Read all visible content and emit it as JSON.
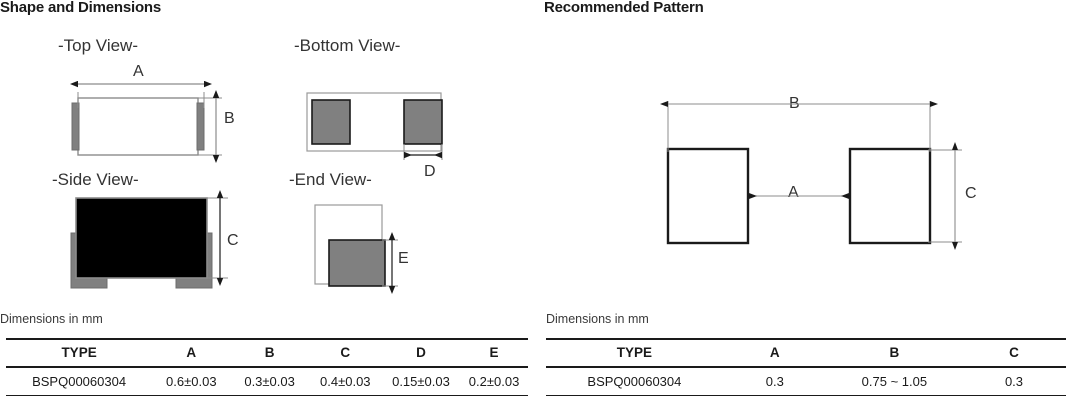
{
  "left": {
    "title": "Shape and Dimensions",
    "views": {
      "top": "-Top View-",
      "bottom": "-Bottom View-",
      "side": "-Side View-",
      "end": "-End View-"
    },
    "dimension_labels": {
      "a": "A",
      "b": "B",
      "c": "C",
      "d": "D",
      "e": "E"
    },
    "units_note": "Dimensions in mm",
    "table": {
      "headers": [
        "TYPE",
        "A",
        "B",
        "C",
        "D",
        "E"
      ],
      "rows": [
        [
          "BSPQ00060304",
          "0.6±0.03",
          "0.3±0.03",
          "0.4±0.03",
          "0.15±0.03",
          "0.2±0.03"
        ]
      ]
    }
  },
  "right": {
    "title": "Recommended Pattern",
    "dimension_labels": {
      "a": "A",
      "b": "B",
      "c": "C"
    },
    "units_note": "Dimensions in mm",
    "table": {
      "headers": [
        "TYPE",
        "A",
        "B",
        "C"
      ],
      "rows": [
        [
          "BSPQ00060304",
          "0.3",
          "0.75 ~ 1.05",
          "0.3"
        ]
      ]
    }
  },
  "colors": {
    "line": "#1a1a1a",
    "thin_line": "#7a7a7a",
    "terminal_gray": "#808080",
    "body_black": "#000000",
    "outline_gray": "#9a9a9a",
    "text": "#333333"
  }
}
